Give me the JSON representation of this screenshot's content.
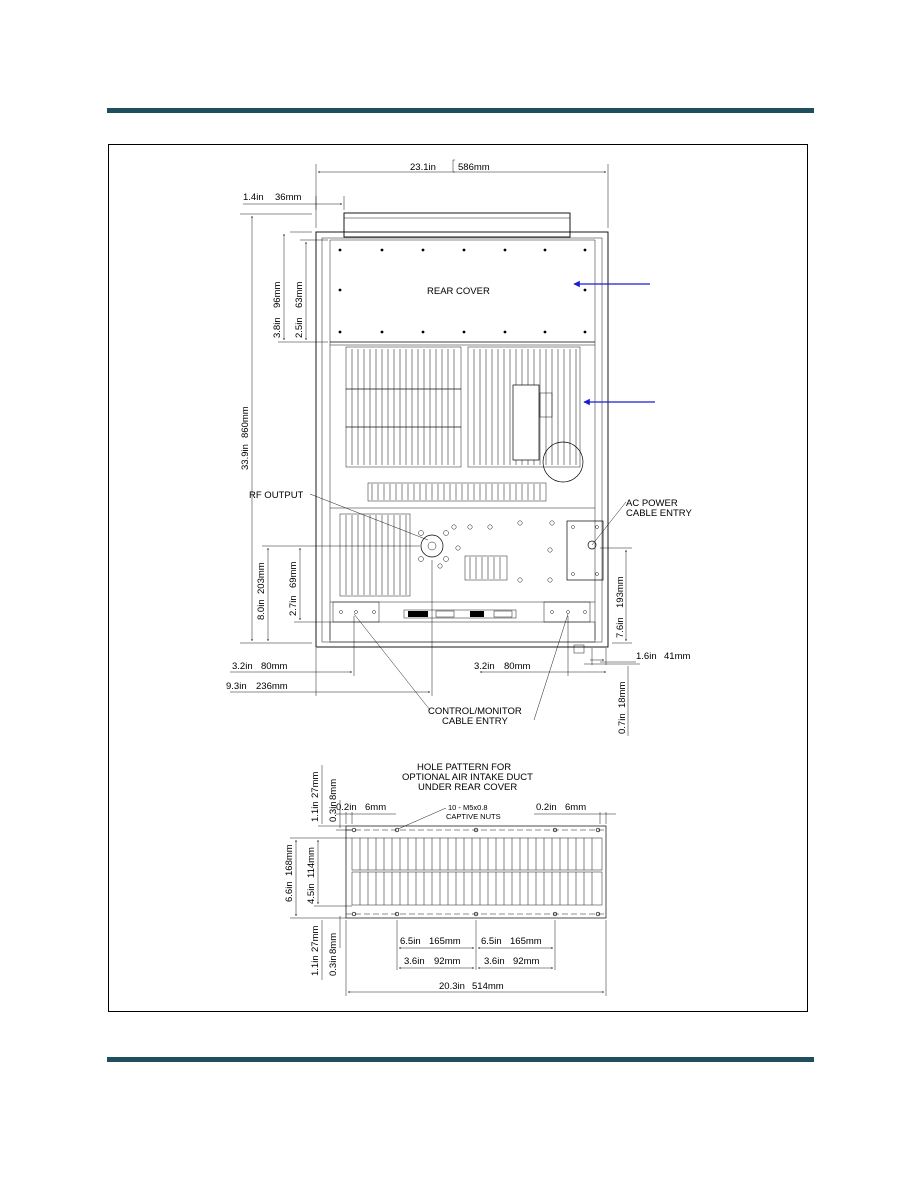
{
  "colors": {
    "rule": "#1f4f5c",
    "arrow": "#1c1cd6"
  },
  "labels": {
    "rear_cover": "REAR COVER",
    "rf_output": "RF OUTPUT",
    "ac_power_1": "AC POWER",
    "ac_power_2": "CABLE ENTRY",
    "control_1": "CONTROL/MONITOR",
    "control_2": "CABLE ENTRY",
    "hole_title_1": "HOLE PATTERN FOR",
    "hole_title_2": "OPTIONAL AIR INTAKE DUCT",
    "hole_title_3": "UNDER REAR COVER",
    "captive_1": "10 - M5x0.8",
    "captive_2": "CAPTIVE NUTS"
  },
  "dims": {
    "width_total": {
      "in": "23.1in",
      "mm": "586mm"
    },
    "edge_offset": {
      "in": "1.4in",
      "mm": "36mm"
    },
    "height_total": {
      "in": "33.9in",
      "mm": "860mm"
    },
    "cover_a": {
      "in": "3.8in",
      "mm": "96mm"
    },
    "cover_b": {
      "in": "2.5in",
      "mm": "63mm"
    },
    "rf_height": {
      "in": "8.0in",
      "mm": "203mm"
    },
    "rf_center": {
      "in": "2.7in",
      "mm": "69mm"
    },
    "ac_height": {
      "in": "7.6in",
      "mm": "193mm"
    },
    "ac_side": {
      "in": "1.6in",
      "mm": "41mm"
    },
    "ac_bottom": {
      "in": "0.7in",
      "mm": "18mm"
    },
    "ctrl_left": {
      "in": "3.2in",
      "mm": "80mm"
    },
    "ctrl_right": {
      "in": "3.2in",
      "mm": "80mm"
    },
    "rf_left": {
      "in": "9.3in",
      "mm": "236mm"
    },
    "duct_top_outer": {
      "in": "1.1in",
      "mm": "27mm"
    },
    "duct_top_inner": {
      "in": "0.3in",
      "mm": "8mm"
    },
    "duct_height": {
      "in": "6.6in",
      "mm": "168mm"
    },
    "duct_hole_span": {
      "in": "4.5in",
      "mm": "114mm"
    },
    "duct_bot_outer": {
      "in": "1.1in",
      "mm": "27mm"
    },
    "duct_bot_inner": {
      "in": "0.3in",
      "mm": "8mm"
    },
    "duct_side_left": {
      "in": "0.2in",
      "mm": "6mm"
    },
    "duct_side_right": {
      "in": "0.2in",
      "mm": "6mm"
    },
    "duct_pitch_a": {
      "in": "6.5in",
      "mm": "165mm"
    },
    "duct_pitch_b": {
      "in": "6.5in",
      "mm": "165mm"
    },
    "duct_half_a": {
      "in": "3.6in",
      "mm": "92mm"
    },
    "duct_half_b": {
      "in": "3.6in",
      "mm": "92mm"
    },
    "duct_width": {
      "in": "20.3in",
      "mm": "514mm"
    }
  }
}
